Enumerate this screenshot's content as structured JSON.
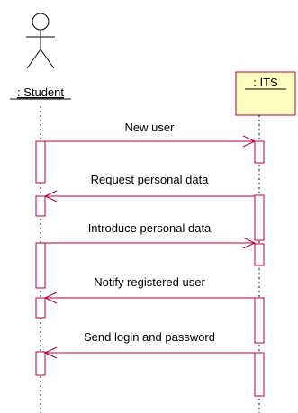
{
  "diagram": {
    "type": "sequence",
    "actor": {
      "label": ": Student"
    },
    "system": {
      "label": ": ITS"
    },
    "messages": [
      {
        "label": "New user",
        "direction": "to-system"
      },
      {
        "label": "Request personal data",
        "direction": "to-actor"
      },
      {
        "label": "Introduce personal data",
        "direction": "to-system"
      },
      {
        "label": "Notify registered user",
        "direction": "to-actor"
      },
      {
        "label": "Send login and password",
        "direction": "to-actor"
      }
    ],
    "colors": {
      "object_fill": "#ffffc0",
      "message_line": "#b0003c",
      "activation": "#b0003c",
      "lifeline": "#000000",
      "text": "#000000"
    }
  }
}
